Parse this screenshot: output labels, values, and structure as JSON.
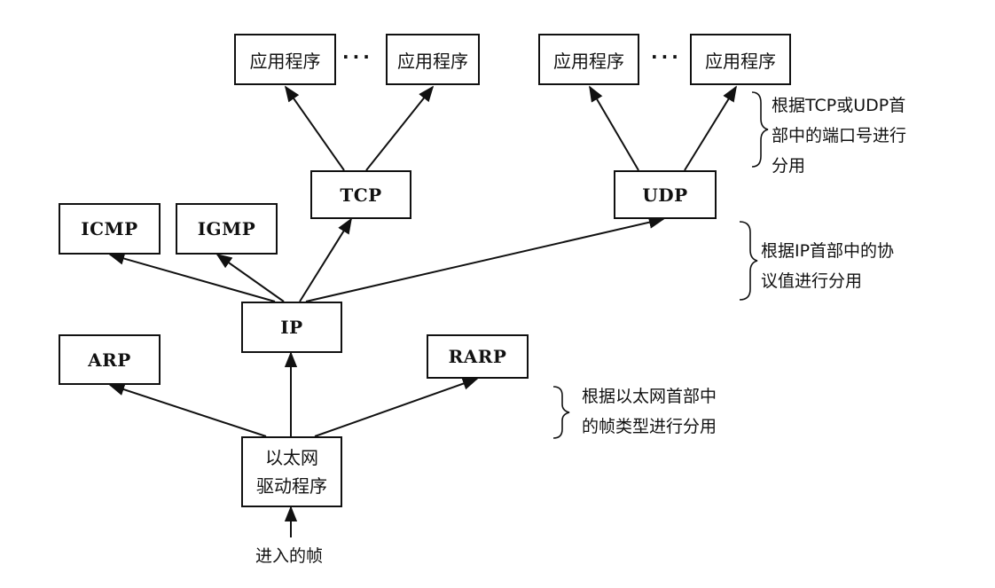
{
  "top_left": {
    "app1": "应用程序",
    "dots": "···",
    "app2": "应用程序"
  },
  "top_right": {
    "app1": "应用程序",
    "dots": "···",
    "app2": "应用程序"
  },
  "protocols": {
    "tcp": "TCP",
    "udp": "UDP",
    "icmp": "ICMP",
    "igmp": "IGMP",
    "ip": "IP",
    "arp": "ARP",
    "rarp": "RARP"
  },
  "driver": {
    "line1": "以太网",
    "line2": "驱动程序"
  },
  "incoming": "进入的帧",
  "notes": {
    "port": [
      "根据TCP或UDP首",
      "部中的端口号进行",
      "分用"
    ],
    "ip": [
      "根据IP首部中的协",
      "议值进行分用"
    ],
    "ethernet": [
      "根据以太网首部中",
      "的帧类型进行分用"
    ]
  }
}
